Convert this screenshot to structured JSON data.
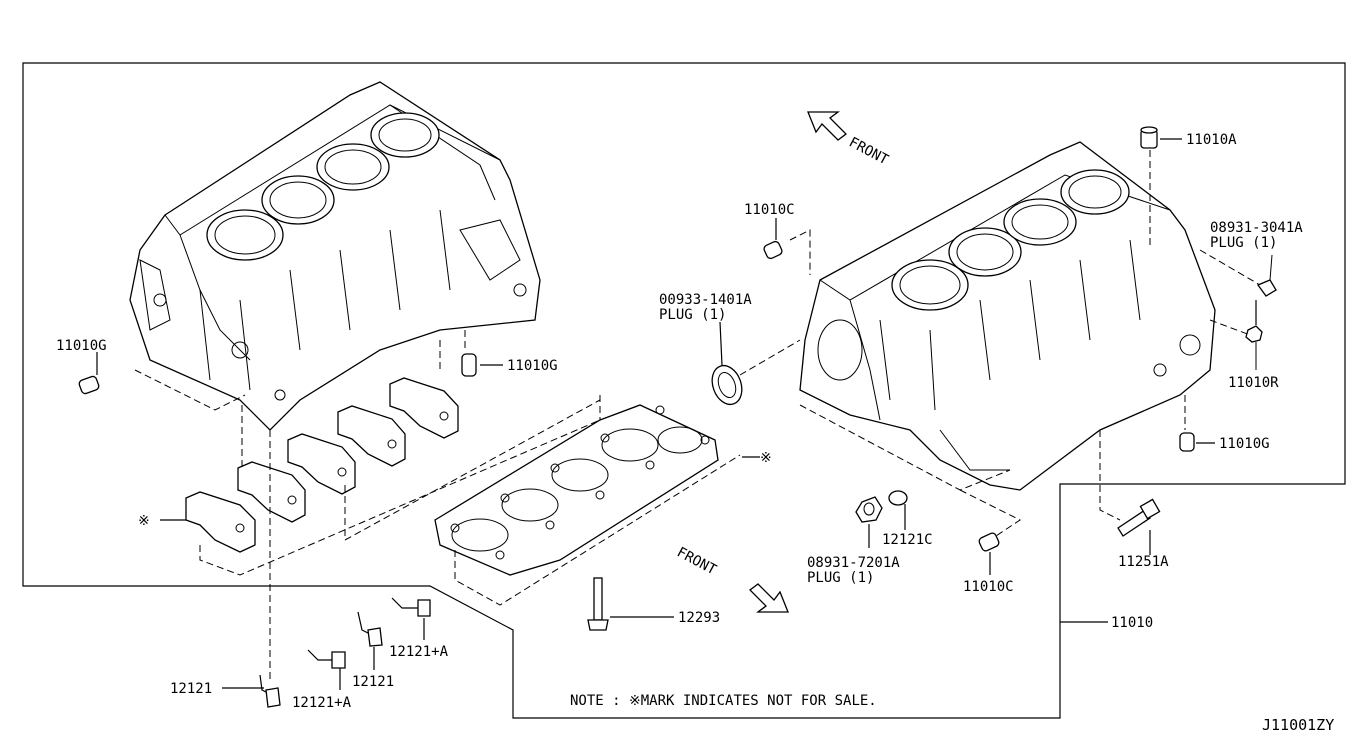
{
  "labels": {
    "p11010A": "11010A",
    "p08931_3041A": "08931-3041A",
    "plug_3041A": "PLUG (1)",
    "p11010C_top": "11010C",
    "p00933_1401A": "00933-1401A",
    "plug_1401A": "PLUG (1)",
    "p11010G_left": "11010G",
    "p11010G_mid": "11010G",
    "p11010R": "11010R",
    "p11010G_right": "11010G",
    "star_left": "※",
    "star_mid": "※",
    "p12121C": "12121C",
    "p08931_7201A": "08931-7201A",
    "plug_7201A": "PLUG (1)",
    "p11010C_bottom": "11010C",
    "p11251A": "11251A",
    "p12293": "12293",
    "p11010": "11010",
    "p12121_a": "12121",
    "p12121_b": "12121",
    "p12121A_a": "12121+A",
    "p12121A_b": "12121+A",
    "front_top": "FRONT",
    "front_bottom": "FRONT"
  },
  "note": "NOTE : ※MARK INDICATES NOT FOR SALE.",
  "diagram_code": "J11001ZY"
}
